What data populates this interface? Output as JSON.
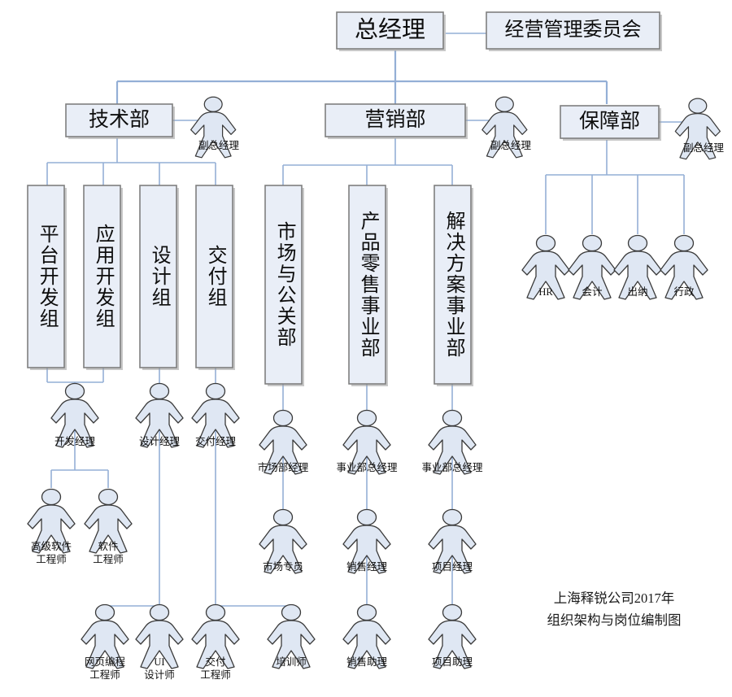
{
  "diagram": {
    "caption": "上海释锐公司2017年\n组织架构与岗位编制图",
    "colors": {
      "box_fill": "#e9eef7",
      "box_border": "#7f7f7f",
      "connector": "#94afd6",
      "person_fill": "#dfe7f3",
      "person_stroke": "#3a3a3a",
      "text": "#0d0d0d",
      "background": "#ffffff"
    }
  },
  "boxes": {
    "general_manager": "总经理",
    "management_committee": "经营管理委员会",
    "tech_dept": "技术部",
    "marketing_dept": "营销部",
    "support_dept": "保障部",
    "platform_dev_group": "平台开发组",
    "app_dev_group": "应用开发组",
    "design_group": "设计组",
    "delivery_group": "交付组",
    "market_pr_dept": "市场与公关部",
    "product_retail_bu": "产品零售事业部",
    "solution_bu": "解决方案事业部"
  },
  "people": {
    "vp_tech": "副总经理",
    "vp_marketing": "副总经理",
    "vp_support": "副总经理",
    "hr": "HR",
    "accountant": "会计",
    "cashier": "出纳",
    "admin": "行政",
    "dev_manager": "开发经理",
    "design_manager": "设计经理",
    "delivery_manager": "交付经理",
    "senior_software_engineer": "高级软件\n工程师",
    "software_engineer": "软件\n工程师",
    "web_programming_engineer": "网页编程\n工程师",
    "ui_designer": "UI\n设计师",
    "delivery_engineer": "交付\n工程师",
    "trainer": "培训师",
    "market_dept_manager": "市场部经理",
    "market_specialist": "市场专员",
    "bu_gm_retail": "事业部总经理",
    "sales_manager": "销售经理",
    "sales_assistant": "销售助理",
    "bu_gm_solution": "事业部总经理",
    "project_manager": "项目经理",
    "project_assistant": "项目助理"
  }
}
